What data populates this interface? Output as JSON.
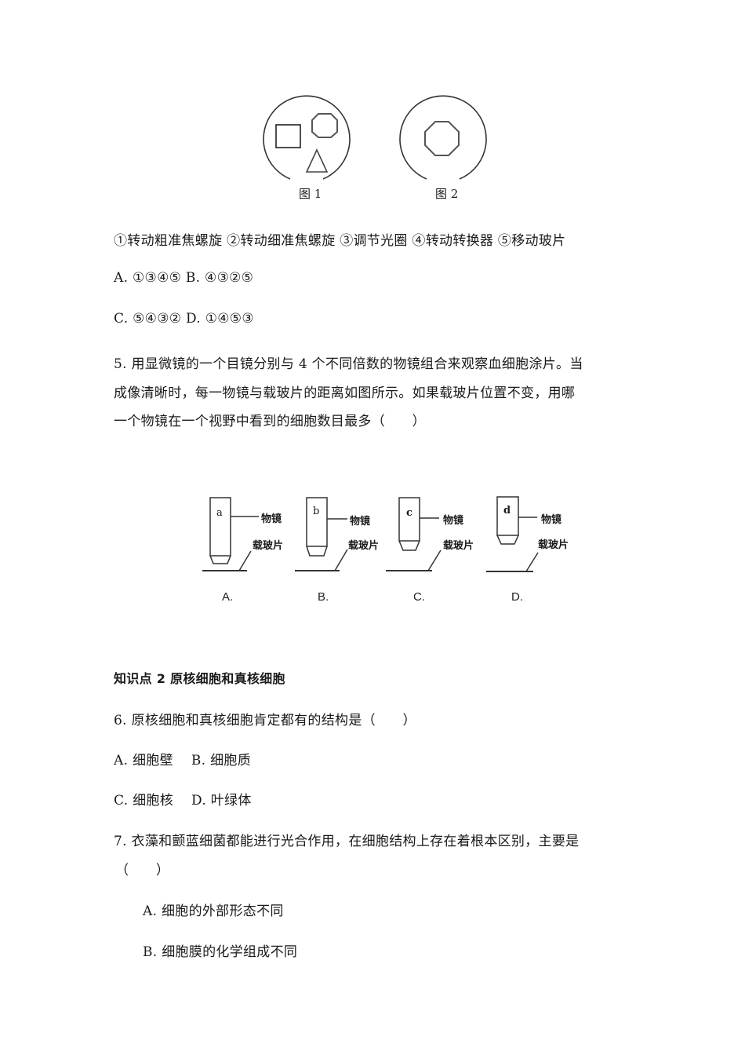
{
  "figures_top": {
    "fig1_caption": "图 1",
    "fig2_caption": "图 2"
  },
  "steps_line": "①转动粗准焦螺旋 ②转动细准焦螺旋 ③调节光圈 ④转动转换器 ⑤移动玻片",
  "q4_options": {
    "line1": "A. ①③④⑤ B. ④③②⑤",
    "line2": "C. ⑤④③② D. ①④⑤③"
  },
  "q5": {
    "line1": "5. 用显微镜的一个目镜分别与 4 个不同倍数的物镜组合来观察血细胞涂片。当",
    "line2": "成像清晰时，每一物镜与载玻片的距离如图所示。如果载玻片位置不变，用哪",
    "line3": "一个物镜在一个视野中看到的细胞数目最多（　　）",
    "diagram": {
      "objective_label": "物镜",
      "slide_label": "载玻片",
      "lenses": [
        {
          "letter": "a",
          "option": "A."
        },
        {
          "letter": "b",
          "option": "B."
        },
        {
          "letter": "c",
          "option": "C."
        },
        {
          "letter": "d",
          "option": "D."
        }
      ]
    }
  },
  "section2": {
    "heading": "知识点 2  原核细胞和真核细胞"
  },
  "q6": {
    "stem": "6. 原核细胞和真核细胞肯定都有的结构是（　　）",
    "line1": "A. 细胞壁　 B. 细胞质",
    "line2": "C. 细胞核　 D. 叶绿体"
  },
  "q7": {
    "stem_line1": "7. 衣藻和颤蓝细菌都能进行光合作用，在细胞结构上存在着根本区别，主要是",
    "stem_line2": "（　　）",
    "option_a": "A. 细胞的外部形态不同",
    "option_b": "B. 细胞膜的化学组成不同"
  }
}
